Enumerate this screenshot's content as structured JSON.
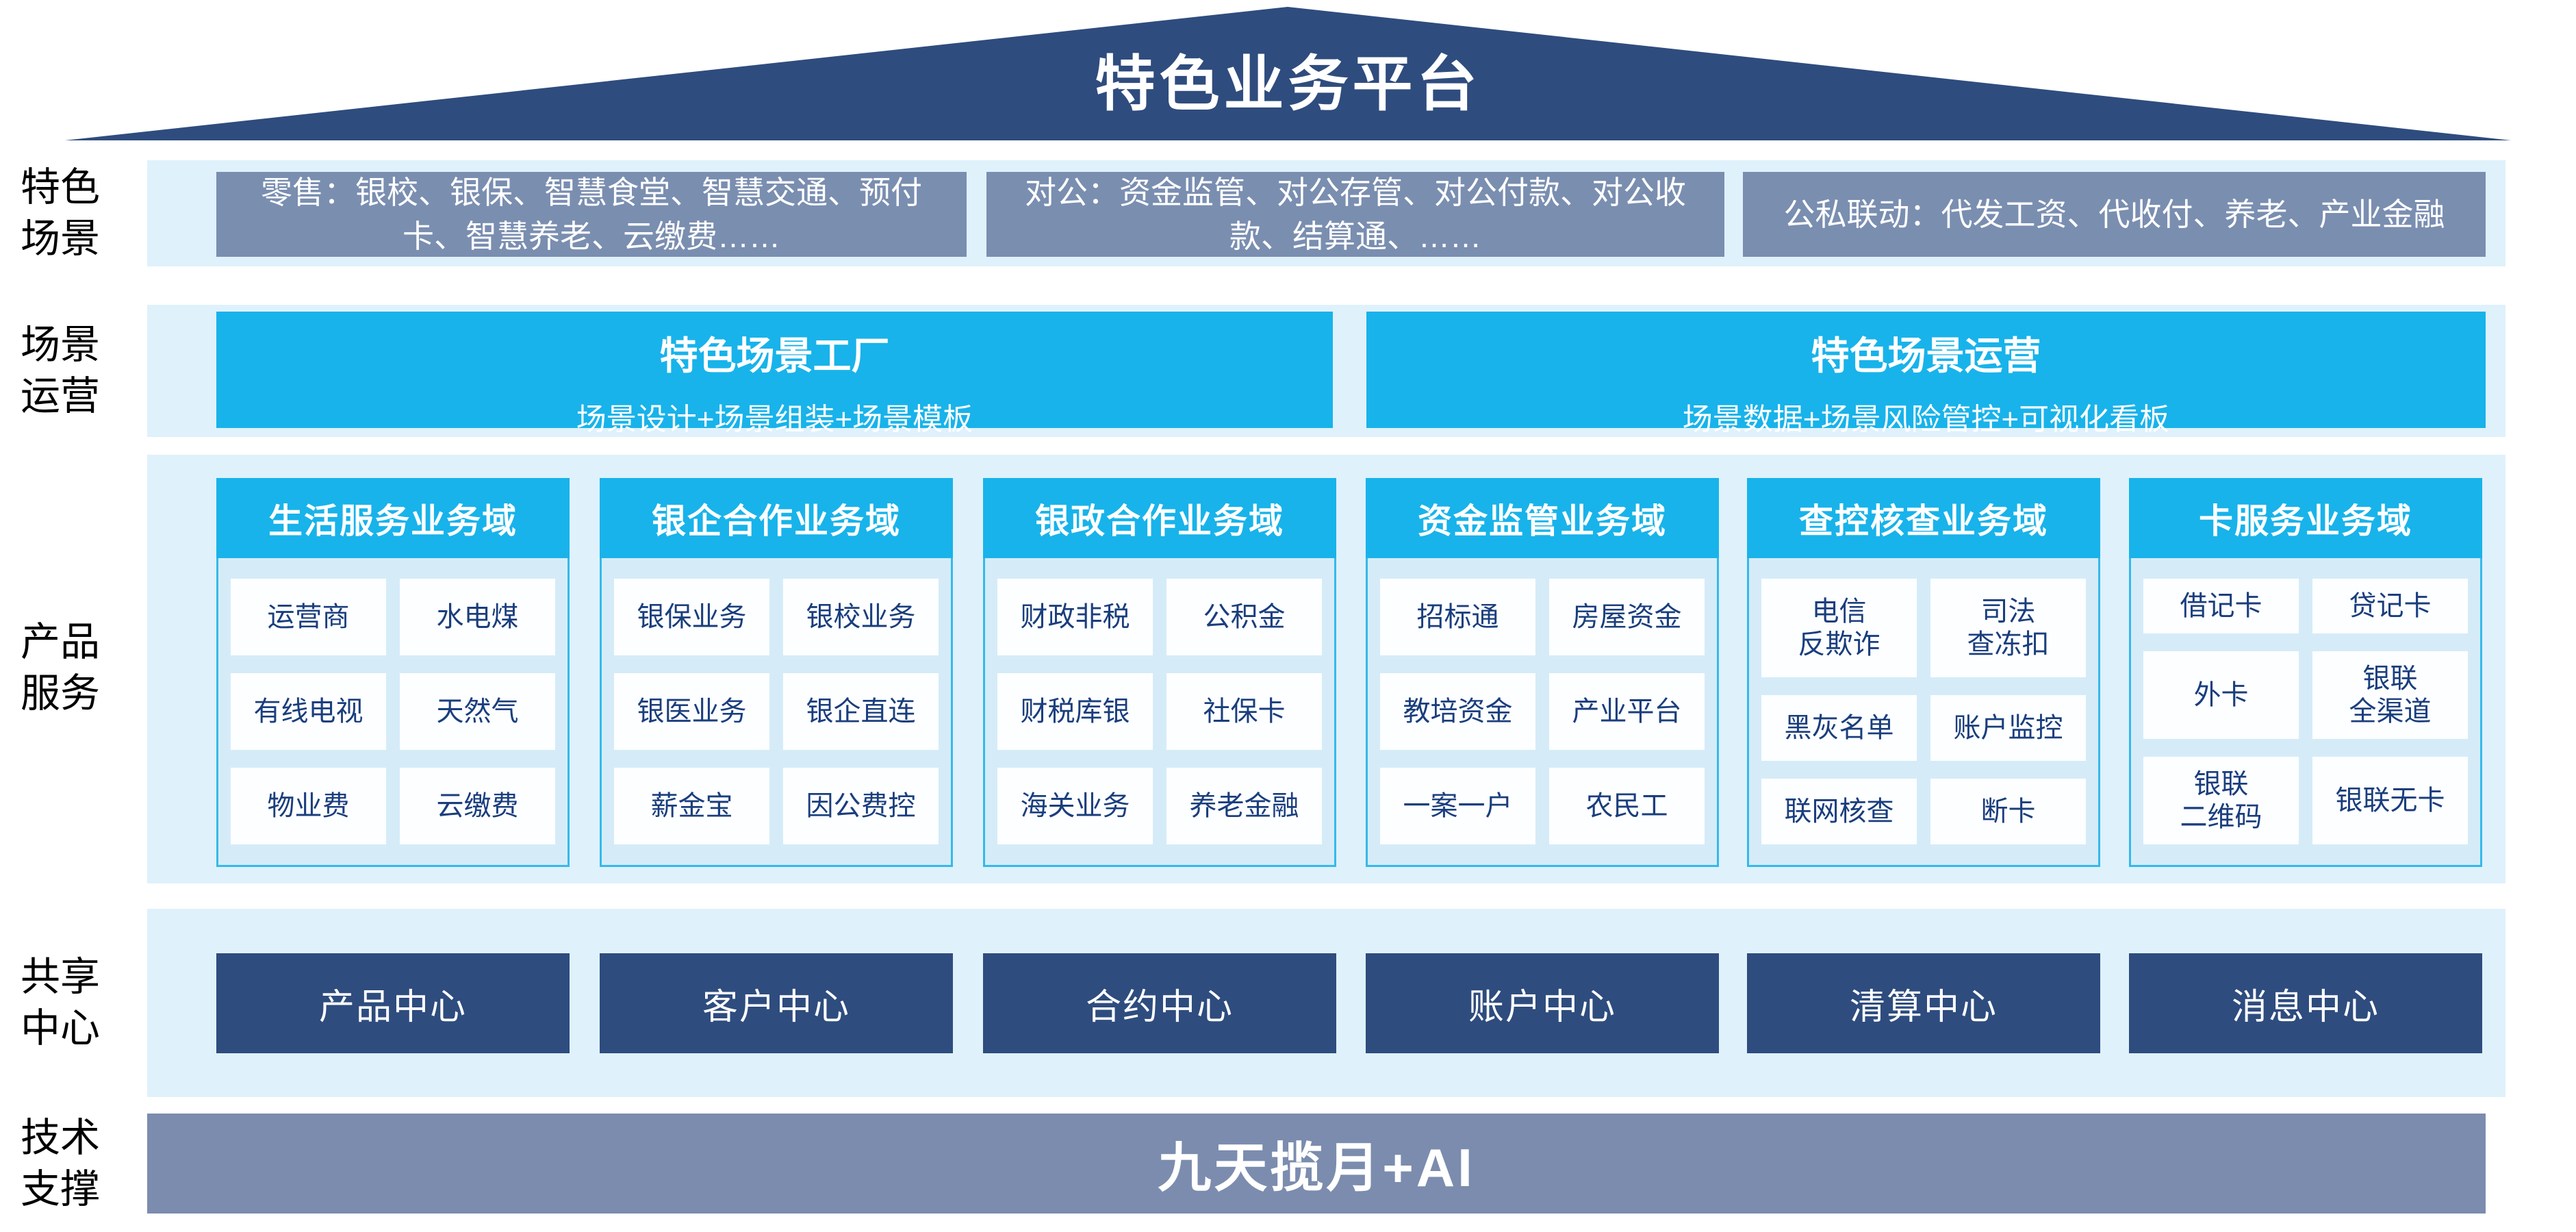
{
  "platform_title": "特色业务平台",
  "side_labels": {
    "scenes": "特色\n场景",
    "operation": "场景\n运营",
    "products": "产品\n服务",
    "shared": "共享\n中心",
    "tech": "技术\n支撑"
  },
  "scene_boxes": [
    "零售：银校、银保、智慧食堂、智慧交通、预付卡、智慧养老、云缴费……",
    "对公：资金监管、对公存管、对公付款、对公收款、结算通、……",
    "公私联动：代发工资、代收付、养老、产业金融"
  ],
  "operation_boxes": [
    {
      "title": "特色场景工厂",
      "subtitle": "场景设计+场景组装+场景模板"
    },
    {
      "title": "特色场景运营",
      "subtitle": "场景数据+场景风险管控+可视化看板"
    }
  ],
  "product_domains": [
    {
      "title": "生活服务业务域",
      "items": [
        "运营商",
        "水电煤",
        "有线电视",
        "天然气",
        "物业费",
        "云缴费"
      ]
    },
    {
      "title": "银企合作业务域",
      "items": [
        "银保业务",
        "银校业务",
        "银医业务",
        "银企直连",
        "薪金宝",
        "因公费控"
      ]
    },
    {
      "title": "银政合作业务域",
      "items": [
        "财政非税",
        "公积金",
        "财税库银",
        "社保卡",
        "海关业务",
        "养老金融"
      ]
    },
    {
      "title": "资金监管业务域",
      "items": [
        "招标通",
        "房屋资金",
        "教培资金",
        "产业平台",
        "一案一户",
        "农民工"
      ]
    },
    {
      "title": "查控核查业务域",
      "items": [
        "电信\n反欺诈",
        "司法\n查冻扣",
        "黑灰名单",
        "账户监控",
        "联网核查",
        "断卡"
      ]
    },
    {
      "title": "卡服务业务域",
      "items": [
        "借记卡",
        "贷记卡",
        "外卡",
        "银联\n全渠道",
        "银联\n二维码",
        "银联无卡"
      ]
    }
  ],
  "shared_centers": [
    "产品中心",
    "客户中心",
    "合约中心",
    "账户中心",
    "清算中心",
    "消息中心"
  ],
  "tech_support": "九天揽月+AI",
  "colors": {
    "roof_navy": "#2F4C7E",
    "cyan": "#18B3EA",
    "band_light_blue": "#DFF1FB",
    "scene_box_gray_blue": "#7A8EB0",
    "domain_body_blue": "#D5ECF8",
    "chip_text_navy": "#1A3E7D",
    "shared_center_navy": "#2E4C7E",
    "tech_bar_gray_blue": "#7B8CAE"
  }
}
